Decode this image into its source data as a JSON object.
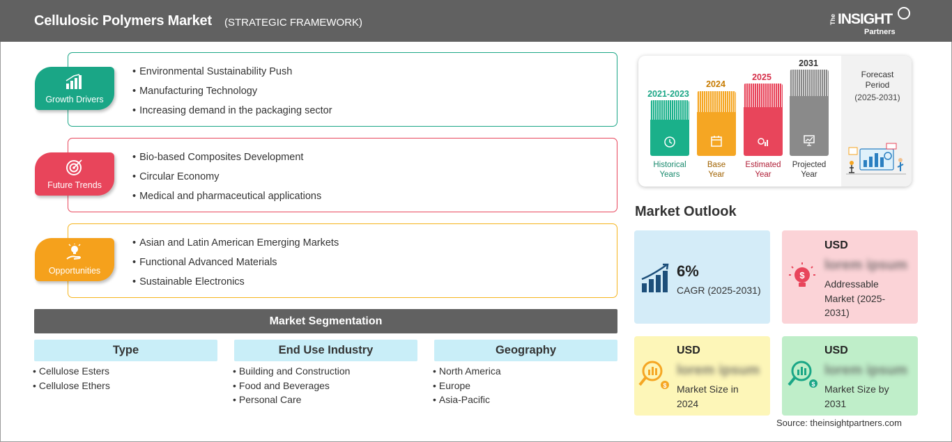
{
  "header": {
    "title": "Cellulosic Polymers Market",
    "subtitle": "(STRATEGIC FRAMEWORK)",
    "logo": {
      "the": "The",
      "insight": "INSIGHT",
      "partners": "Partners"
    }
  },
  "colors": {
    "header_bg": "#616161",
    "growth": "#1aa686",
    "trends": "#e8455b",
    "opportunities": "#f5a11c",
    "historical": "#1ab08a",
    "base": "#f5a623",
    "estimated": "#e8455b",
    "projected": "#8a8a8a"
  },
  "drivers": [
    {
      "label": "Growth Drivers",
      "icon": "bar-growth-icon",
      "items": [
        "Environmental Sustainability Push",
        "Manufacturing Technology",
        "Increasing demand in the packaging sector"
      ]
    },
    {
      "label": "Future Trends",
      "icon": "target-icon",
      "items": [
        "Bio-based Composites Development",
        "Circular Economy",
        "Medical and pharmaceutical applications"
      ]
    },
    {
      "label": "Opportunities",
      "icon": "lightbulb-hand-icon",
      "items": [
        "Asian and Latin American Emerging Markets",
        "Functional Advanced Materials",
        "Sustainable Electronics"
      ]
    }
  ],
  "segmentation": {
    "title": "Market Segmentation",
    "columns": [
      {
        "heading": "Type",
        "items": [
          "Cellulose Esters",
          "Cellulose Ethers"
        ]
      },
      {
        "heading": "End Use Industry",
        "items": [
          "Building and Construction",
          "Food and Beverages",
          "Personal Care"
        ]
      },
      {
        "heading": "Geography",
        "items": [
          "North America",
          "Europe",
          "Asia-Pacific"
        ]
      }
    ]
  },
  "timeline": {
    "bars": [
      {
        "year": "2021-2023",
        "label1": "Historical",
        "label2": "Years",
        "level": 1
      },
      {
        "year": "2024",
        "label1": "Base",
        "label2": "Year",
        "level": 2
      },
      {
        "year": "2025",
        "label1": "Estimated",
        "label2": "Year",
        "level": 3
      },
      {
        "year": "2031",
        "label1": "Projected",
        "label2": "Year",
        "level": 4
      }
    ],
    "forecast": {
      "label1": "Forecast",
      "label2": "Period",
      "range": "(2025-2031)"
    }
  },
  "outlook": {
    "title": "Market Outlook",
    "cagr": {
      "value": "6%",
      "label": "CAGR (2025-2031)"
    },
    "addressable": {
      "currency": "USD",
      "value": "lorem ipsum",
      "label": "Addressable Market (2025-2031)"
    },
    "size_2024": {
      "currency": "USD",
      "value": "lorem ipsum",
      "label": "Market Size in 2024"
    },
    "size_2031": {
      "currency": "USD",
      "value": "lorem ipsum",
      "label": "Market Size by 2031"
    }
  },
  "source": "Source: theinsightpartners.com"
}
